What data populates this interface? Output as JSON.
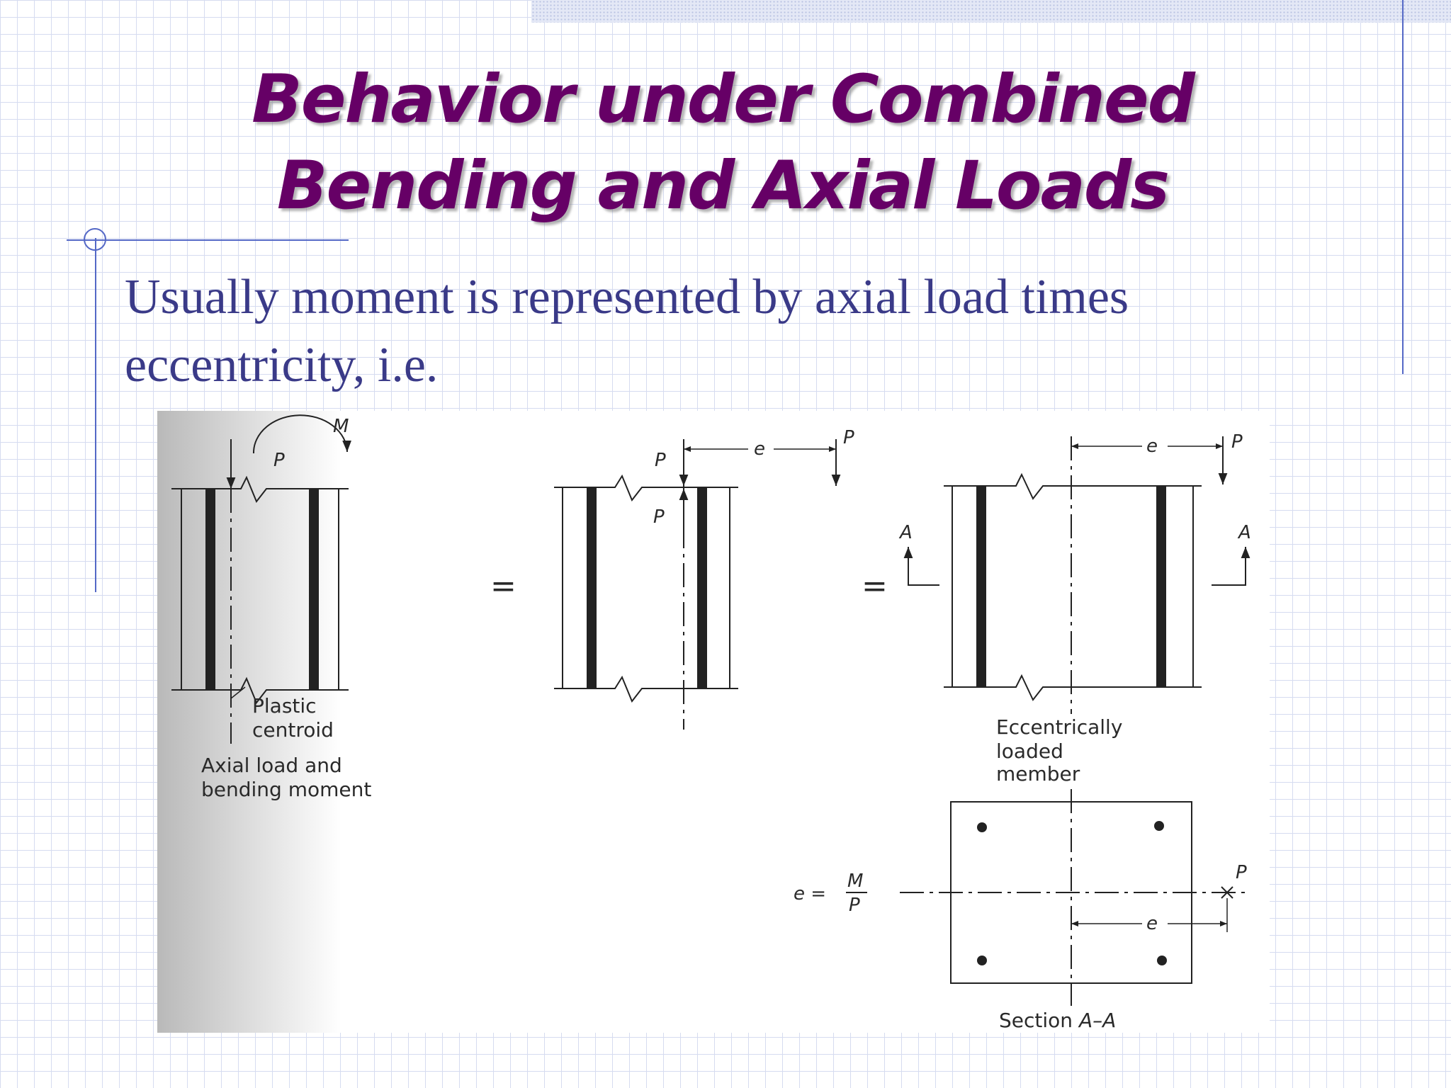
{
  "slide": {
    "title_line1": "Behavior under Combined",
    "title_line2": "Bending and Axial Loads",
    "body_line1": "Usually moment is represented by axial load times",
    "body_line2": "eccentricity, i.e."
  },
  "colors": {
    "title": "#660066",
    "body_text": "#3a3a88",
    "accent_rule": "#5468c6",
    "grid": "#d6dcf0"
  },
  "figure": {
    "panel1": {
      "moment_label": "M",
      "load_label": "P",
      "centroid_label_line1": "Plastic",
      "centroid_label_line2": "centroid",
      "caption_line1": "Axial load and",
      "caption_line2": "bending moment"
    },
    "equals_1": "=",
    "panel2": {
      "load_down_label": "P",
      "load_up_label": "P",
      "eccentricity_label": "e",
      "offset_load_label": "P"
    },
    "equals_2": "=",
    "panel3": {
      "eccentricity_label": "e",
      "load_label": "P",
      "section_mark_left": "A",
      "section_mark_right": "A",
      "caption_line1": "Eccentrically",
      "caption_line2": "loaded",
      "caption_line3": "member"
    },
    "section": {
      "formula_lhs": "e =",
      "formula_num": "M",
      "formula_den": "P",
      "load_label": "P",
      "eccentricity_label": "e",
      "title_prefix": "Section ",
      "title_name": "A–A"
    }
  }
}
